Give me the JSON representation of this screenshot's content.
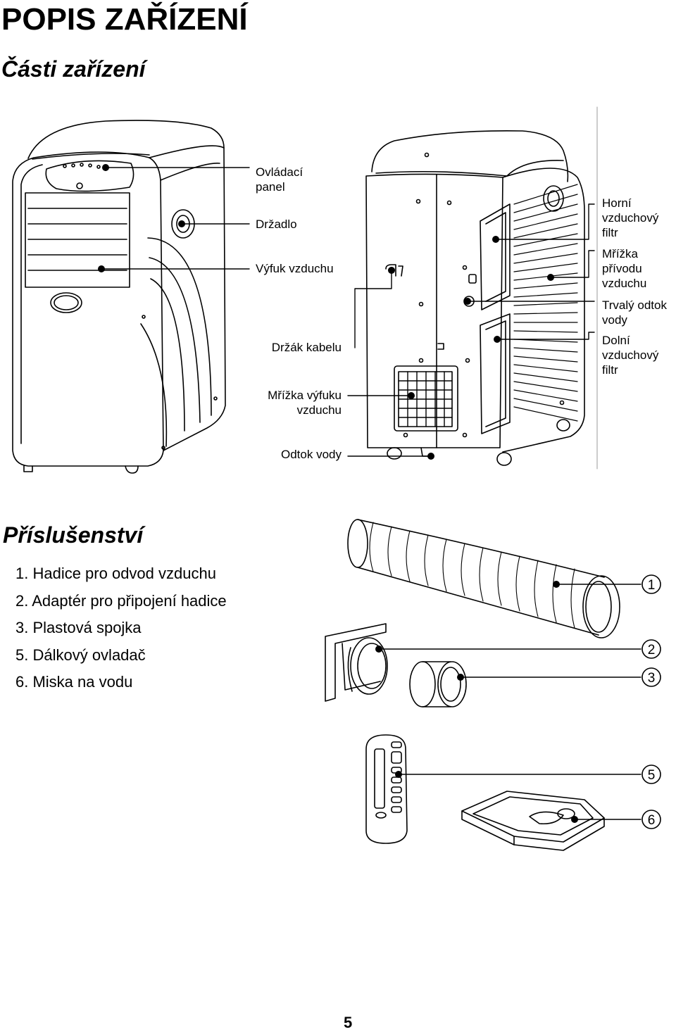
{
  "page": {
    "title": "POPIS ZAŘÍZENÍ",
    "subtitle": "Části zařízení",
    "page_number": "5"
  },
  "parts": {
    "left_labels": [
      "Ovládací\npanel",
      "Držadlo",
      "Výfuk vzduchu",
      "Držák kabelu",
      "Mřížka výfuku\nvzduchu",
      "Odtok vody"
    ],
    "right_labels": [
      "Horní\nvzduchový\nfiltr",
      "Mřížka\npřívodu\nvzduchu",
      "Trvalý odtok\nvody",
      "Dolní\nvzduchový\nfiltr"
    ]
  },
  "accessories": {
    "title": "Příslušenství",
    "items": [
      "1. Hadice pro odvod vzduchu",
      "2. Adaptér pro připojení hadice",
      "3. Plastová spojka",
      "5. Dálkový ovladač",
      "6. Miska na vodu"
    ],
    "callouts": [
      "1",
      "2",
      "3",
      "5",
      "6"
    ]
  }
}
